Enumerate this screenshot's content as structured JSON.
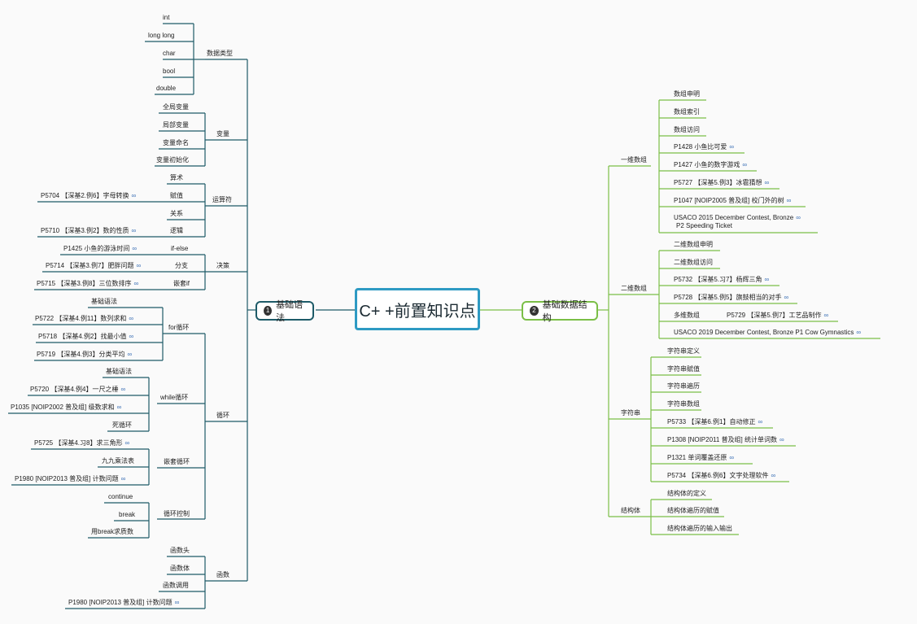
{
  "central_topic": "C+ +前置知识点",
  "colors": {
    "left_branch": "#1e5b68",
    "right_branch": "#7bbf47",
    "central_border": "#2e9ac3"
  },
  "link_icon": "link-icon",
  "left": {
    "num": "1",
    "label": "基础语法",
    "topics": {
      "types": "数据类型",
      "variables": "变量",
      "operators": "运算符",
      "decision": "决策",
      "loops": "循环",
      "functions": "函数"
    },
    "types": [
      "int",
      "long long",
      "char",
      "bool",
      "double"
    ],
    "variables": [
      "全局变量",
      "局部变量",
      "变量命名",
      "变量初始化"
    ],
    "operators": [
      "算术",
      "赋值",
      "关系",
      "逻辑"
    ],
    "operators_links": [
      "P5704 【深基2.例6】字母转换",
      "P5710 【深基3.例2】数的性质"
    ],
    "decision": [
      "if-else",
      "分支",
      "嵌套if"
    ],
    "decision_links": [
      "P1425 小鱼的游泳时间",
      "P5714 【深基3.例7】肥胖问题",
      "P5715 【深基3.例8】三位数排序"
    ],
    "loop_groups": {
      "for": "for循环",
      "while": "while循环",
      "nested": "嵌套循环",
      "control": "循环控制"
    },
    "for_items": [
      "基础语法",
      "P5722 【深基4.例11】数列求和",
      "P5718 【深基4.例2】找最小值",
      "P5719 【深基4.例3】分类平均"
    ],
    "while_items": [
      "基础语法",
      "P5720 【深基4.例4】一尺之棰",
      "P1035 [NOIP2002 普及组] 级数求和",
      "死循环"
    ],
    "nested_items": [
      "P5725 【深基4.习8】求三角形",
      "九九乘法表",
      "P1980 [NOIP2013 普及组] 计数问题"
    ],
    "control_items": [
      "continue",
      "break",
      "用break求质数"
    ],
    "functions": [
      "函数头",
      "函数体",
      "函数调用",
      "P1980 [NOIP2013 普及组] 计数问题"
    ]
  },
  "right": {
    "num": "2",
    "label": "基础数据结构",
    "topics": {
      "array1d": "一维数组",
      "array2d": "二维数组",
      "string": "字符串",
      "struct": "结构体"
    },
    "array1d": [
      "数组申明",
      "数组索引",
      "数组访问",
      "P1428 小鱼比可爱",
      "P1427 小鱼的数字游戏",
      "P5727 【深基5.例3】冰雹猜想",
      "P1047 [NOIP2005 普及组] 校门外的树",
      "USACO 2015 December Contest, Bronze",
      "P2 Speeding Ticket"
    ],
    "array2d": [
      "二维数组申明",
      "二维数组访问",
      "P5732 【深基5.习7】杨辉三角",
      "P5728 【深基5.例5】旗鼓相当的对手",
      "多维数组",
      "P5729 【深基5.例7】工艺品制作",
      "USACO 2019 December Contest, Bronze P1 Cow Gymnastics"
    ],
    "string": [
      "字符串定义",
      "字符串赋值",
      "字符串遍历",
      "字符串数组",
      "P5733 【深基6.例1】自动修正",
      "P1308 [NOIP2011 普及组] 统计单词数",
      "P1321 单词覆盖还原",
      "P5734 【深基6.例6】文字处理软件"
    ],
    "struct": [
      "结构体的定义",
      "结构体遍历的赋值",
      "结构体遍历的输入输出"
    ]
  }
}
